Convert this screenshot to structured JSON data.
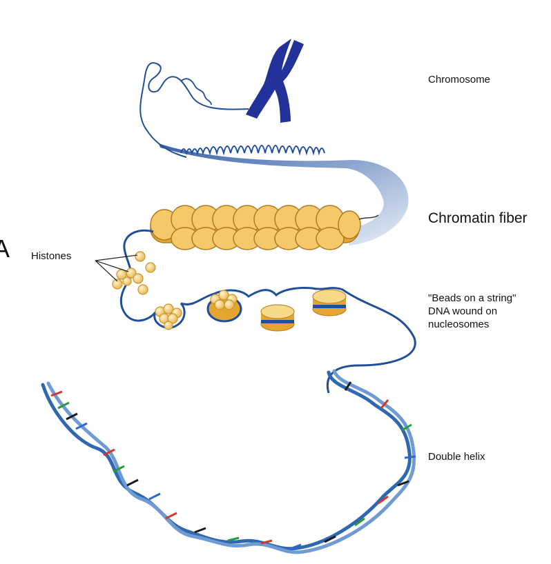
{
  "labels": {
    "chromosome": "Chromosome",
    "chromatin_fiber": "Chromatin fiber",
    "histones": "Histones",
    "beads_on_string": "\"Beads on a string\"\nDNA wound on\nnucleosomes",
    "double_helix": "Double helix",
    "panel_letter": "A"
  },
  "colors": {
    "dna": "#1f4e9c",
    "chromosome": "#22329a",
    "histone_fill": "#f3c76a",
    "histone_stroke": "#c8962c",
    "backbone": "#2f68b0",
    "base_pairs": [
      "#d23a2a",
      "#2a9a3a",
      "#1a1a1a",
      "#2a6ad2"
    ]
  }
}
